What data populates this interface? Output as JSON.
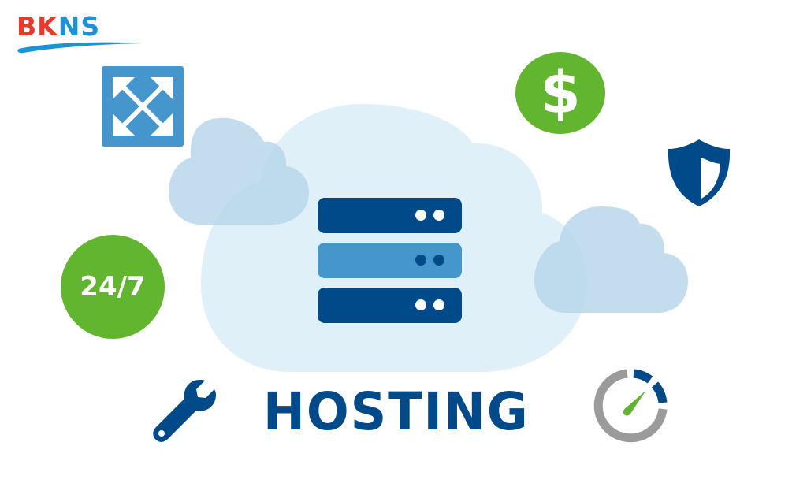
{
  "logo": {
    "part1": "BK",
    "part2": "NS",
    "colors": {
      "red": "#e63a2b",
      "blue": "#1b93d6"
    }
  },
  "title": "HOSTING",
  "badges": {
    "support": {
      "label": "24/7",
      "icon": "support-24-7-badge",
      "color": "#62b52e"
    },
    "pricing": {
      "label": "$",
      "icon": "dollar-icon",
      "color": "#62b52e"
    }
  },
  "icons": [
    {
      "name": "expand-arrows-icon",
      "color": "#4596cc"
    },
    {
      "name": "dollar-icon",
      "color": "#62b52e"
    },
    {
      "name": "shield-icon",
      "color": "#004a8a"
    },
    {
      "name": "server-stack-icon",
      "color": "#004a8a"
    },
    {
      "name": "wrench-icon",
      "color": "#004a8a"
    },
    {
      "name": "speedometer-icon",
      "color": "#9b9b9b"
    }
  ],
  "colors": {
    "navy": "#004a8a",
    "mid_blue": "#4596cc",
    "cloud_main": "#dff0f8",
    "cloud_small": "#c4ddee",
    "green": "#62b52e",
    "gray": "#9b9b9b"
  }
}
